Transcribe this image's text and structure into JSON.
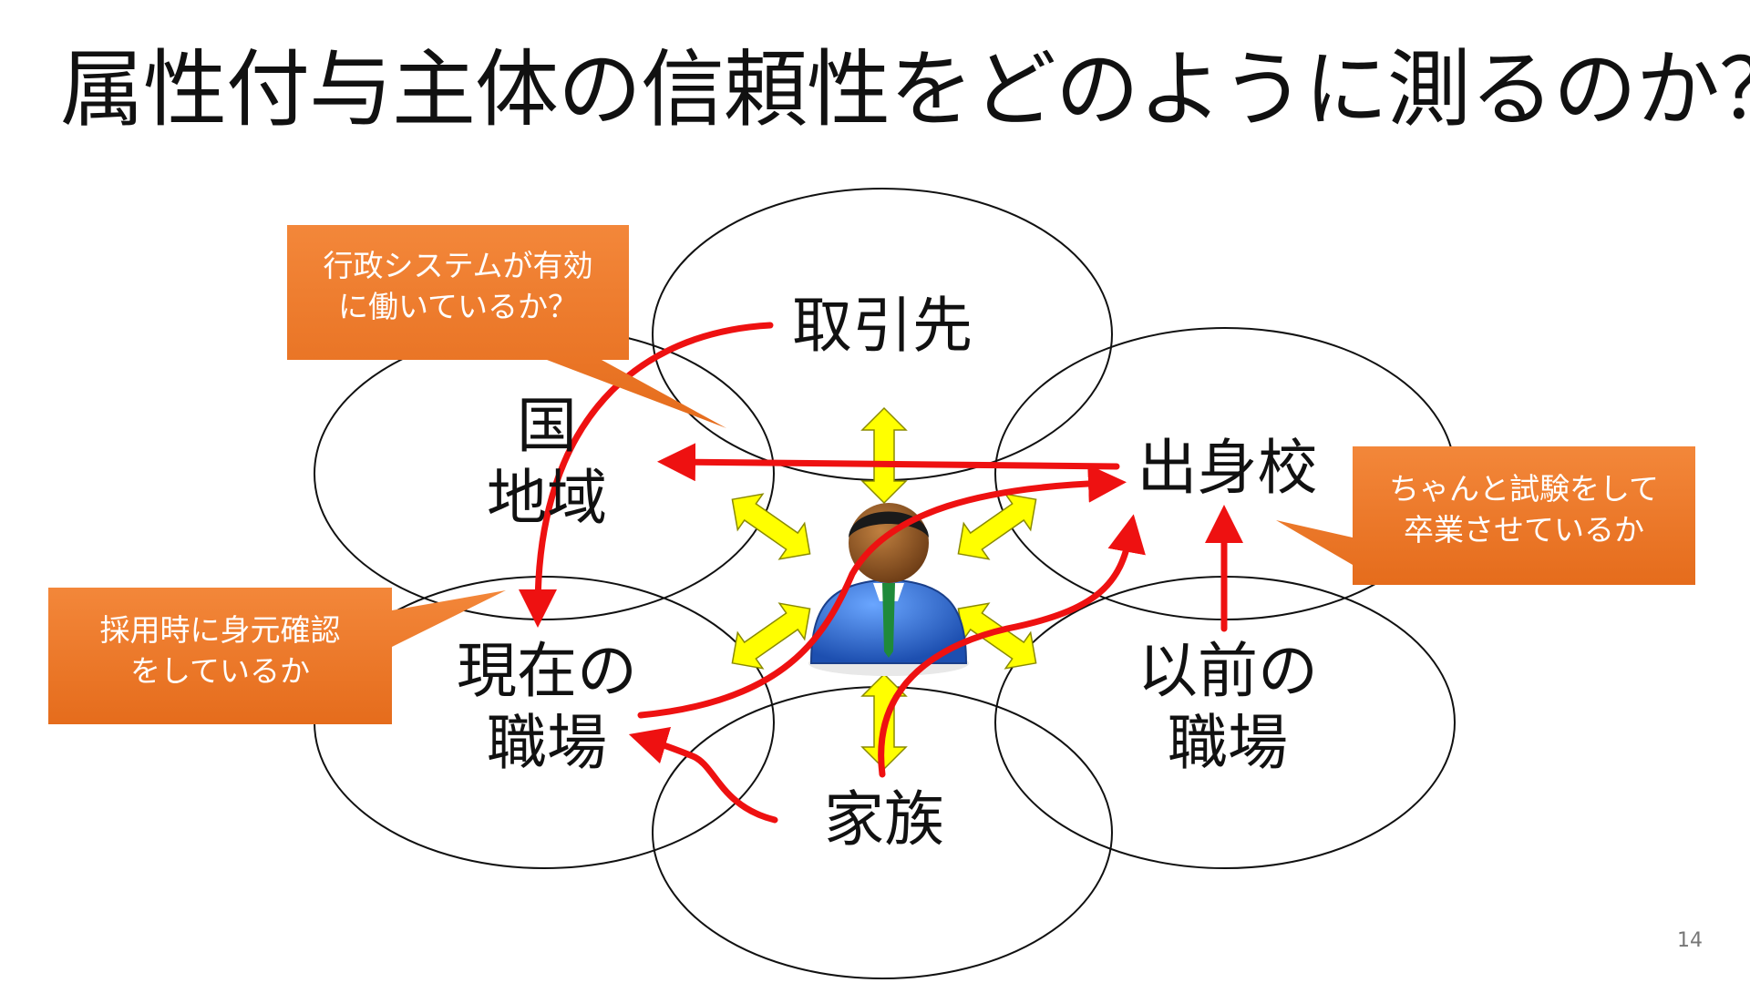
{
  "slide": {
    "title": "属性付与主体の信頼性をどのように測るのか？",
    "page_number": "14"
  },
  "nodes": {
    "partner": "取引先",
    "country_line1": "国",
    "country_line2": "地域",
    "school": "出身校",
    "current_work_line1": "現在の",
    "current_work_line2": "職場",
    "previous_work_line1": "以前の",
    "previous_work_line2": "職場",
    "family": "家族"
  },
  "callouts": {
    "government": {
      "line1": "行政システムが有効",
      "line2": "に働いているか？"
    },
    "employer": {
      "line1": "採用時に身元確認",
      "line2": "をしているか"
    },
    "school": {
      "line1": "ちゃんと試験をして",
      "line2": "卒業させているか"
    }
  },
  "colors": {
    "arrow_red": "#ee1111",
    "callout_orange": "#ee7a2a",
    "yellow_arrow": "#ffff00",
    "person_suit": "#2f6fd0"
  },
  "icons": {
    "center": "person-icon"
  }
}
